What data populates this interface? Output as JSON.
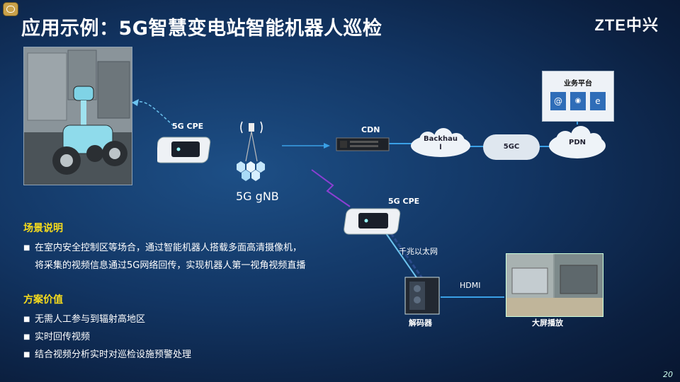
{
  "title": "应用示例：5G智慧变电站智能机器人巡检",
  "logo": "ZTE中兴",
  "labels": {
    "cpe_top": "5G CPE",
    "gnb": "5G gNB",
    "cdn": "CDN",
    "backhaul": "Backhau\nl",
    "fivegc": "5GC",
    "pdn": "PDN",
    "business_platform": "业务平台",
    "cpe_bottom": "5G CPE",
    "gigabit": "千兆以太网",
    "hdmi": "HDMI",
    "decoder": "解码器",
    "big_screen": "大屏播放"
  },
  "sections": {
    "scenario_title": "场景说明",
    "scenario_bullet": "在室内安全控制区等场合，通过智能机器人搭载多面高清摄像机，",
    "scenario_cont": "将采集的视频信息通过5G网络回传，实现机器人第一视角视频直播",
    "value_title": "方案价值",
    "value_items": [
      "无需人工参与到辐射高地区",
      "实时回传视频",
      "结合视频分析实时对巡检设施预警处理"
    ]
  },
  "page_number": "20",
  "colors": {
    "accent_yellow": "#f7dc1c",
    "link_blue": "#3aa0e6"
  },
  "icons": [
    "chat-icon",
    "robot-photo",
    "cpe-device-icon",
    "antenna-icon",
    "server-icon",
    "cloud-icon",
    "pc-tower-icon",
    "screen-photo"
  ]
}
